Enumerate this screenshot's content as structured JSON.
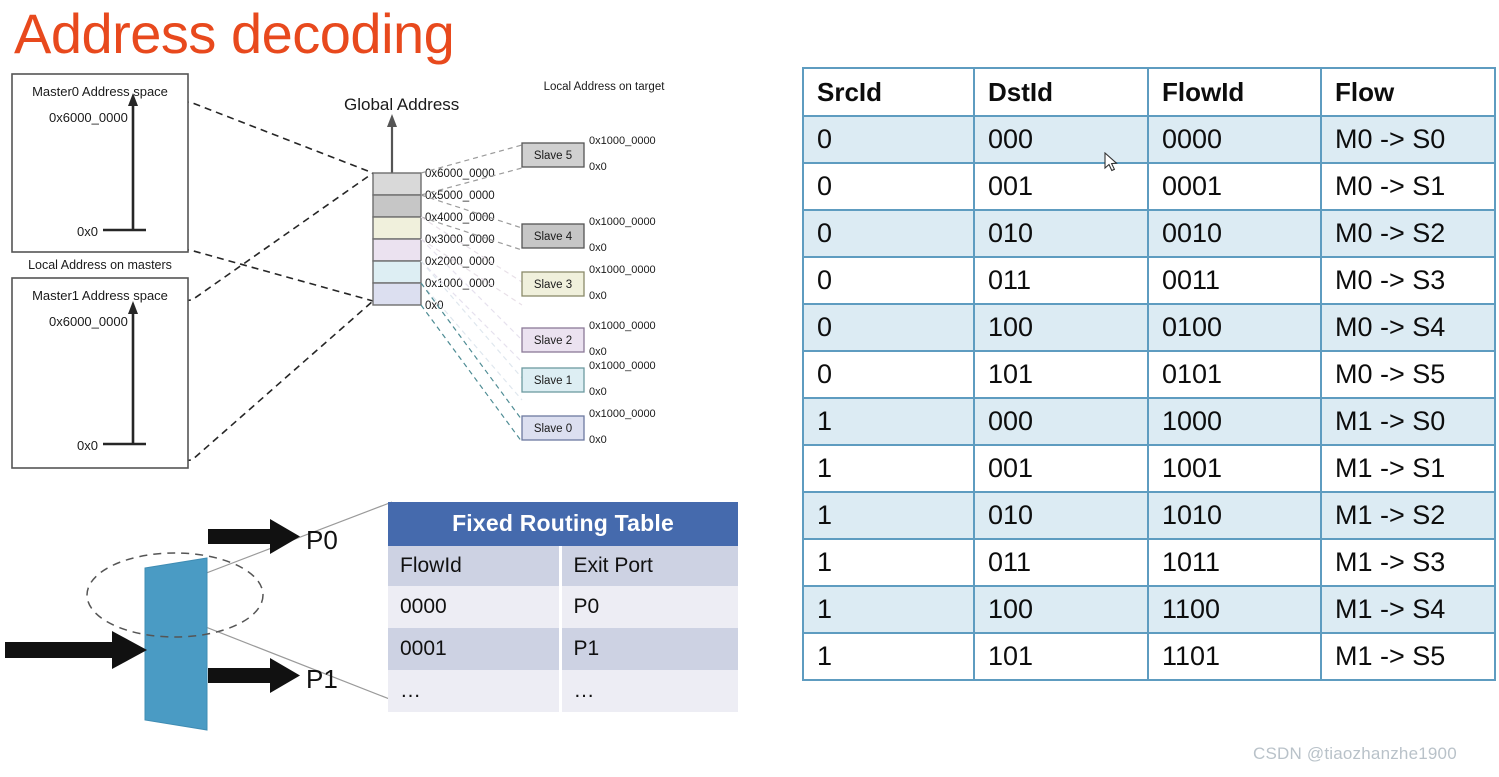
{
  "title": "Address decoding",
  "colors": {
    "title": "#e8491d",
    "table_border": "#5e9cc0",
    "table_row_shaded": "#dcebf3",
    "routing_header": "#456aad",
    "routing_row_even": "#cdd2e3",
    "routing_row_odd": "#ededf4",
    "router_body": "#4a9bc4",
    "watermark": "#b9c2c9"
  },
  "diagram": {
    "masters": [
      {
        "name": "Master0 Address space",
        "top_addr": "0x6000_0000",
        "bottom_addr": "0x0"
      },
      {
        "name": "Master1 Address space",
        "top_addr": "0x6000_0000",
        "bottom_addr": "0x0"
      }
    ],
    "masters_caption": "Local Address on masters",
    "global_address_label": "Global Address",
    "global_address_ticks": [
      "0x6000_0000",
      "0x5000_0000",
      "0x4000_0000",
      "0x3000_0000",
      "0x2000_0000",
      "0x1000_0000",
      "0x0"
    ],
    "global_segment_colors": [
      "#d9d9d9",
      "#c6c6c6",
      "#f0f0dc",
      "#ebe2f0",
      "#ddeef3",
      "#dcdff0"
    ],
    "targets_caption": "Local Address on target",
    "slaves": [
      {
        "label": "Slave 5",
        "top_addr": "0x1000_0000",
        "bottom_addr": "0x0",
        "fill": "#d0d0d0"
      },
      {
        "label": "Slave 4",
        "top_addr": "0x1000_0000",
        "bottom_addr": "0x0",
        "fill": "#c6c6c6"
      },
      {
        "label": "Slave 3",
        "top_addr": "0x1000_0000",
        "bottom_addr": "0x0",
        "fill": "#f0f0dc"
      },
      {
        "label": "Slave 2",
        "top_addr": "0x1000_0000",
        "bottom_addr": "0x0",
        "fill": "#ebe2f0"
      },
      {
        "label": "Slave 1",
        "top_addr": "0x1000_0000",
        "bottom_addr": "0x0",
        "fill": "#ddeef3"
      },
      {
        "label": "Slave 0",
        "top_addr": "0x1000_0000",
        "bottom_addr": "0x0",
        "fill": "#dcdff0"
      }
    ]
  },
  "router": {
    "port_labels": [
      "P0",
      "P1"
    ]
  },
  "fixed_routing_table": {
    "title": "Fixed Routing Table",
    "columns": [
      "FlowId",
      "Exit Port"
    ],
    "rows": [
      [
        "0000",
        "P0"
      ],
      [
        "0001",
        "P1"
      ],
      [
        "…",
        "…"
      ]
    ]
  },
  "flow_table": {
    "columns": [
      "SrcId",
      "DstId",
      "FlowId",
      "Flow"
    ],
    "rows": [
      [
        "0",
        "000",
        "0000",
        "M0 -> S0"
      ],
      [
        "0",
        "001",
        "0001",
        "M0 -> S1"
      ],
      [
        "0",
        "010",
        "0010",
        "M0 -> S2"
      ],
      [
        "0",
        "011",
        "0011",
        "M0 -> S3"
      ],
      [
        "0",
        "100",
        "0100",
        "M0 -> S4"
      ],
      [
        "0",
        "101",
        "0101",
        "M0 -> S5"
      ],
      [
        "1",
        "000",
        "1000",
        "M1 -> S0"
      ],
      [
        "1",
        "001",
        "1001",
        "M1 -> S1"
      ],
      [
        "1",
        "010",
        "1010",
        "M1 -> S2"
      ],
      [
        "1",
        "011",
        "1011",
        "M1 -> S3"
      ],
      [
        "1",
        "100",
        "1100",
        "M1 -> S4"
      ],
      [
        "1",
        "101",
        "1101",
        "M1 -> S5"
      ]
    ]
  },
  "watermark": "CSDN @tiaozhanzhe1900"
}
